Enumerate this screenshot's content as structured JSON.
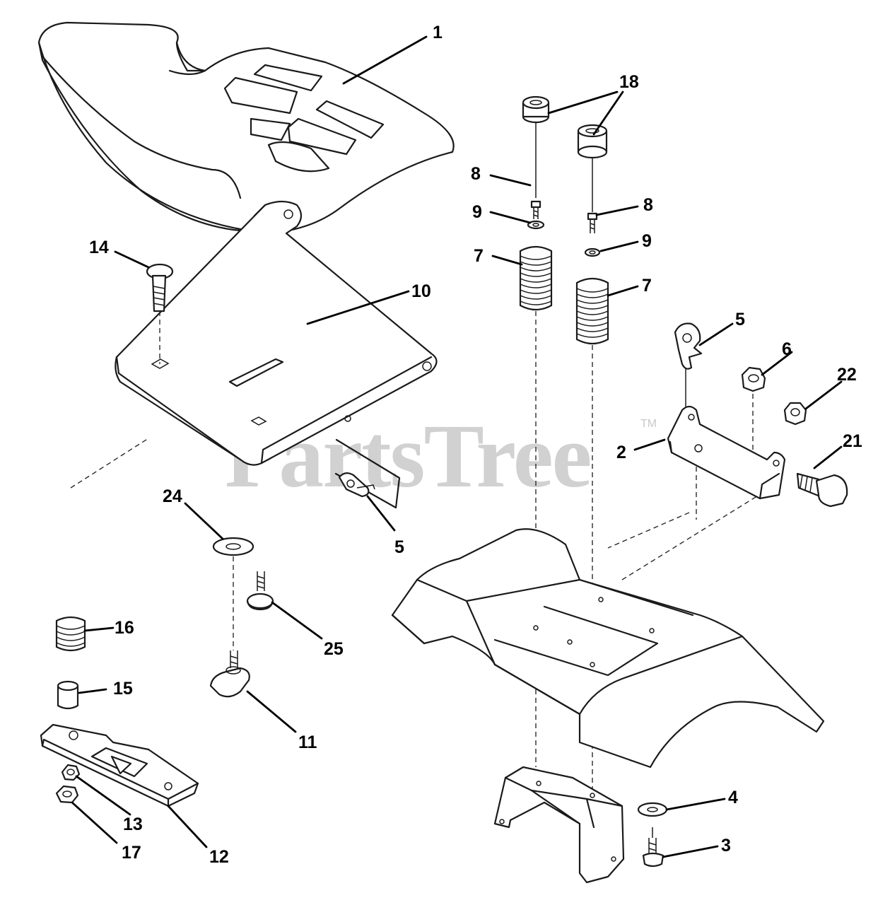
{
  "watermark": {
    "brand": "PartsTree",
    "trademark": "TM"
  },
  "callouts": [
    {
      "id": "c1",
      "label": "1"
    },
    {
      "id": "c18",
      "label": "18"
    },
    {
      "id": "c8a",
      "label": "8"
    },
    {
      "id": "c8b",
      "label": "8"
    },
    {
      "id": "c9a",
      "label": "9"
    },
    {
      "id": "c9b",
      "label": "9"
    },
    {
      "id": "c7a",
      "label": "7"
    },
    {
      "id": "c7b",
      "label": "7"
    },
    {
      "id": "c14",
      "label": "14"
    },
    {
      "id": "c10",
      "label": "10"
    },
    {
      "id": "c5a",
      "label": "5"
    },
    {
      "id": "c5b",
      "label": "5"
    },
    {
      "id": "c6",
      "label": "6"
    },
    {
      "id": "c22",
      "label": "22"
    },
    {
      "id": "c2",
      "label": "2"
    },
    {
      "id": "c21",
      "label": "21"
    },
    {
      "id": "c24",
      "label": "24"
    },
    {
      "id": "c25",
      "label": "25"
    },
    {
      "id": "c16",
      "label": "16"
    },
    {
      "id": "c15",
      "label": "15"
    },
    {
      "id": "c11",
      "label": "11"
    },
    {
      "id": "c13",
      "label": "13"
    },
    {
      "id": "c17",
      "label": "17"
    },
    {
      "id": "c12",
      "label": "12"
    },
    {
      "id": "c4",
      "label": "4"
    },
    {
      "id": "c3",
      "label": "3"
    }
  ]
}
